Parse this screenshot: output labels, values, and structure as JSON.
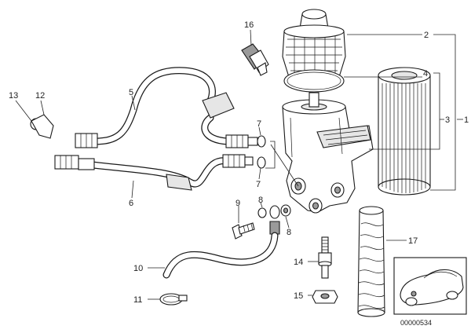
{
  "diagram": {
    "callouts": {
      "c1": "1",
      "c2": "2",
      "c3": "3",
      "c4": "4",
      "c5": "5",
      "c6": "6",
      "c7a": "7",
      "c7b": "7",
      "c8a": "8",
      "c8b": "8",
      "c9": "9",
      "c10": "10",
      "c11": "11",
      "c12": "12",
      "c13": "13",
      "c14": "14",
      "c15": "15",
      "c16": "16",
      "c17": "17"
    },
    "document_id": "00000534"
  }
}
